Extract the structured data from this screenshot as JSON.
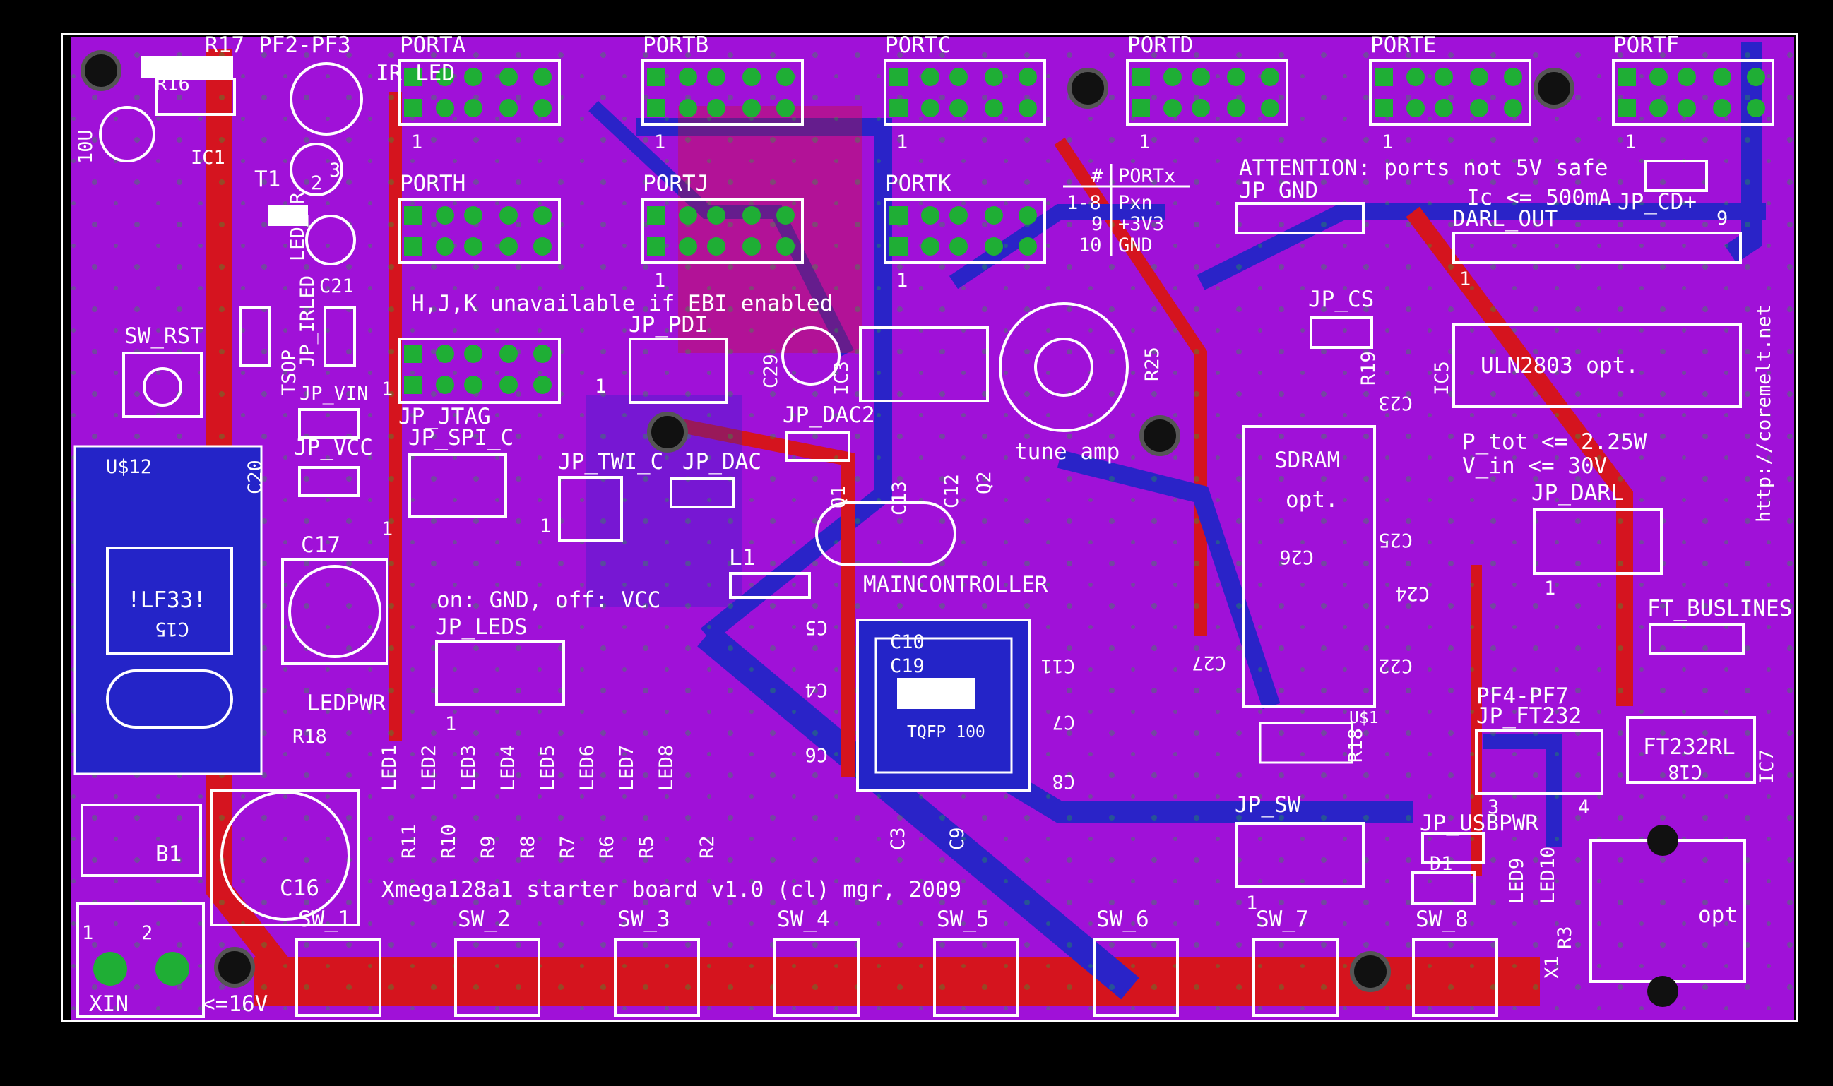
{
  "colors": {
    "background": "#000000",
    "board": "#a011d8",
    "top_copper": "#d81515",
    "bottom_copper": "#2424c8",
    "pad": "#1fae35",
    "silk": "#ffffff",
    "outline": "#ffffff"
  },
  "ports": [
    {
      "name": "PORTA",
      "pin": "1"
    },
    {
      "name": "PORTB",
      "pin": "1"
    },
    {
      "name": "PORTC",
      "pin": "1"
    },
    {
      "name": "PORTD",
      "pin": "1"
    },
    {
      "name": "PORTE",
      "pin": "1"
    },
    {
      "name": "PORTF",
      "pin": "1"
    },
    {
      "name": "PORTH",
      "pin": "1"
    },
    {
      "name": "PORTJ",
      "pin": "1"
    },
    {
      "name": "PORTK",
      "pin": "1"
    }
  ],
  "port_table": {
    "header_hash": "#",
    "header_port": "PORTx",
    "r1_pins": "1-8",
    "r1_val": "Pxn",
    "r2_pins": "9",
    "r2_val": "+3V3",
    "r3_pins": "10",
    "r3_val": "GND"
  },
  "notes": {
    "ebi": "H,J,K unavailable if EBI enabled",
    "attention": "ATTENTION: ports not 5V safe",
    "ic_limit": "Ic <= 500mA",
    "p_tot": "P_tot <= 2.25W",
    "v_in": "V_in <= 30V",
    "leds_mode": "on: GND, off: VCC",
    "board_title": "Xmega128a1 starter board v1.0 (cl) mgr, 2009",
    "url": "http://coremelt.net",
    "vin_limit": "<=16V",
    "tune": "tune amp",
    "sdram_opt": "opt.",
    "usb_opt": "opt."
  },
  "labels": {
    "r17": "R17",
    "pf2_pf3": "PF2-PF3",
    "ir_led": "IR LED",
    "r16": "R16",
    "ten_u": "10U",
    "ic1": "IC1",
    "t1": "T1",
    "t1_2": "2",
    "t1_3": "3",
    "c21": "C21",
    "led_ir": "LED_IR",
    "jp_irled": "JP_IRLED",
    "tsop": "TSOP",
    "sw_rst": "SW_RST",
    "jp_vin": "JP_VIN",
    "jp_vcc": "JP_VCC",
    "jp_gnd": "JP_GND",
    "jp_cd": "JP_CD+",
    "darl_out": "DARL_OUT",
    "darl_9": "9",
    "darl_1": "1",
    "jp_cs": "JP_CS",
    "r19": "R19",
    "ic5": "IC5",
    "uln": "ULN2803 opt.",
    "jp_darl": "JP_DARL",
    "jp_darl_1": "1",
    "c23": "C23",
    "sdram": "SDRAM",
    "c26": "C26",
    "c25": "C25",
    "c24": "C24",
    "c27": "C27",
    "c22": "C22",
    "us1": "U$1",
    "r18_s": "R18",
    "ft_buslines": "FT_BUSLINES",
    "pf4_pf7": "PF4-PF7",
    "jp_ft232": "JP_FT232",
    "ft_3": "3",
    "ft_4": "4",
    "ft232rl": "FT232RL",
    "ic7": "IC7",
    "c18": "C18",
    "jp_usbpwr": "JP_USBPWR",
    "d1": "D1",
    "led9": "LED9",
    "led10": "LED10",
    "r3": "R3",
    "x1": "X1",
    "jp_jtag": "JP_JTAG",
    "jp_spi_c": "JP_SPI_C",
    "jp_pdi": "JP_PDI",
    "c29": "C29",
    "ic3": "IC3",
    "r25": "R25",
    "jp_dac2": "JP_DAC2",
    "jp_twi_c": "JP_TWI_C",
    "jp_dac": "JP_DAC",
    "l1": "L1",
    "q1": "Q1",
    "c13": "C13",
    "c12": "C12",
    "q2": "Q2",
    "maincontroller": "MAINCONTROLLER",
    "c5": "C5",
    "c4": "C4",
    "c6": "C6",
    "c11": "C11",
    "c7": "C7",
    "c8": "C8",
    "c3": "C3",
    "c9": "C9",
    "c10": "C10",
    "c19": "C19",
    "tqfp": "TQFP 100",
    "jp_leds": "JP_LEDS",
    "us12": "U$12",
    "lf33": "!LF33!",
    "c15": "C15",
    "c17": "C17",
    "c20": "C20",
    "ledpwr": "LEDPWR",
    "r18": "R18",
    "b1": "B1",
    "c16": "C16",
    "xin": "XIN",
    "xin_1": "1",
    "xin_2": "2",
    "jp_sw": "JP_SW",
    "r19_b": "R19",
    "r2": "R2",
    "one": "1",
    "sw_1": "1",
    "sw_2": "2",
    "sw_3": "3",
    "sw_4": "4"
  },
  "leds": [
    "LED1",
    "LED2",
    "LED3",
    "LED4",
    "LED5",
    "LED6",
    "LED7",
    "LED8"
  ],
  "resistors": [
    "R11",
    "R10",
    "R9",
    "R8",
    "R7",
    "R6",
    "R5",
    "R2"
  ],
  "switches": [
    "SW_1",
    "SW_2",
    "SW_3",
    "SW_4",
    "SW_5",
    "SW_6",
    "SW_7",
    "SW_8"
  ]
}
